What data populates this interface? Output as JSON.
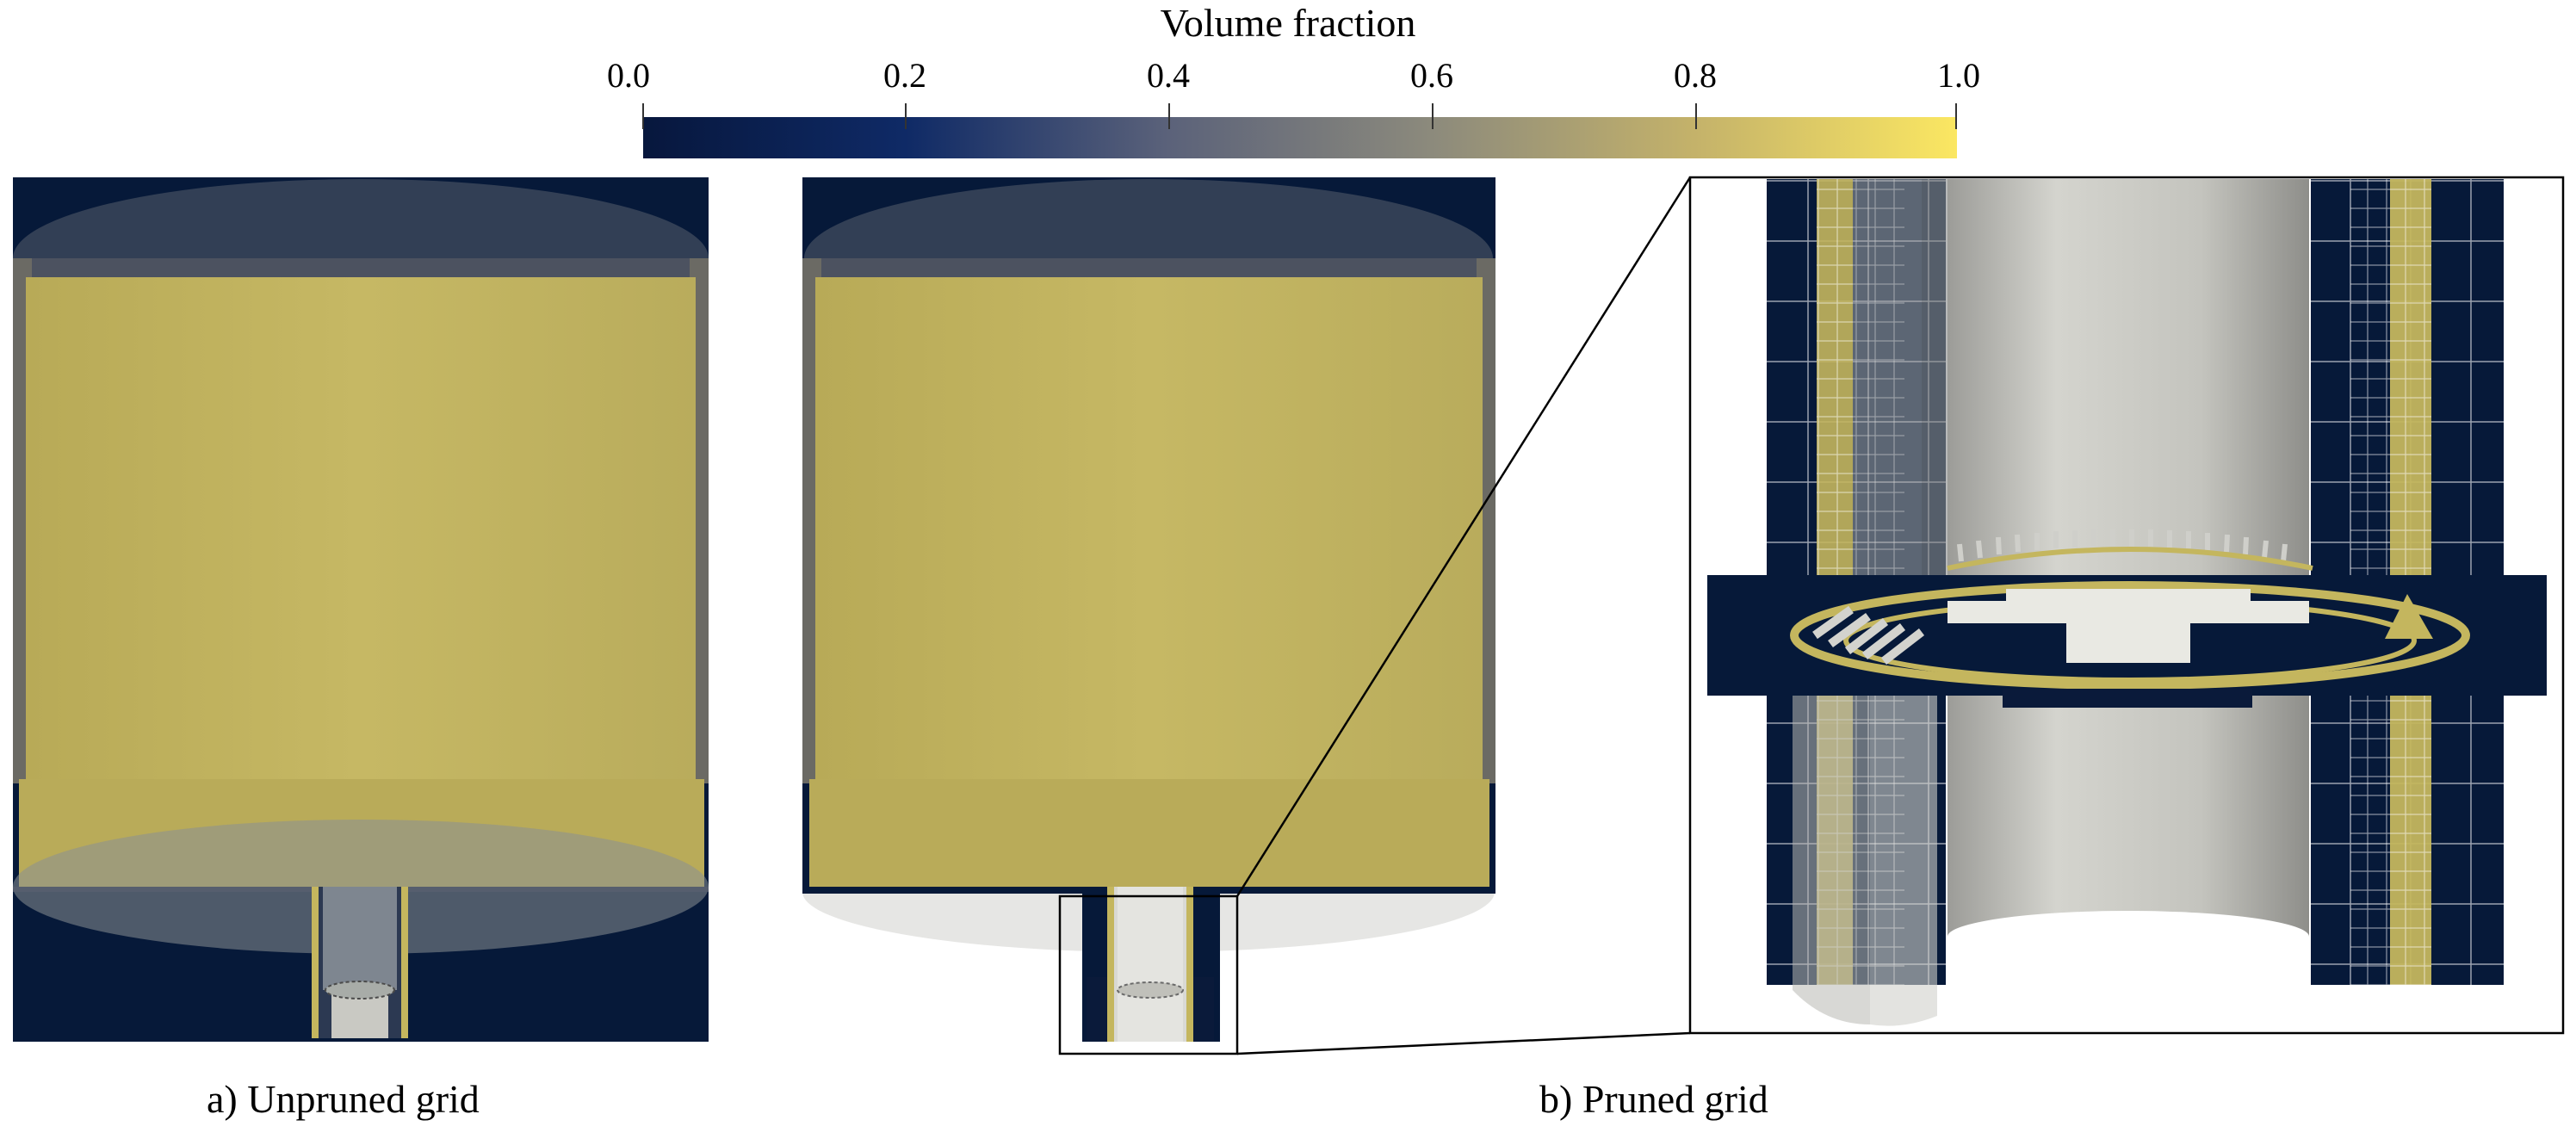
{
  "colorbar": {
    "title": "Volume fraction",
    "ticks": [
      "0.0",
      "0.2",
      "0.4",
      "0.6",
      "0.8",
      "1.0"
    ],
    "colors": [
      "#07173d",
      "#0f2a66",
      "#5b627a",
      "#8c8a7c",
      "#c4b26a",
      "#fbe762"
    ]
  },
  "captions": {
    "a": "a) Unpruned grid",
    "b": "b) Pruned grid"
  },
  "palette": {
    "background_fluid": "#061939",
    "liquid": "#c4b65e",
    "steel": "#bdbdb7",
    "wall_grey": "#6d6d66"
  }
}
